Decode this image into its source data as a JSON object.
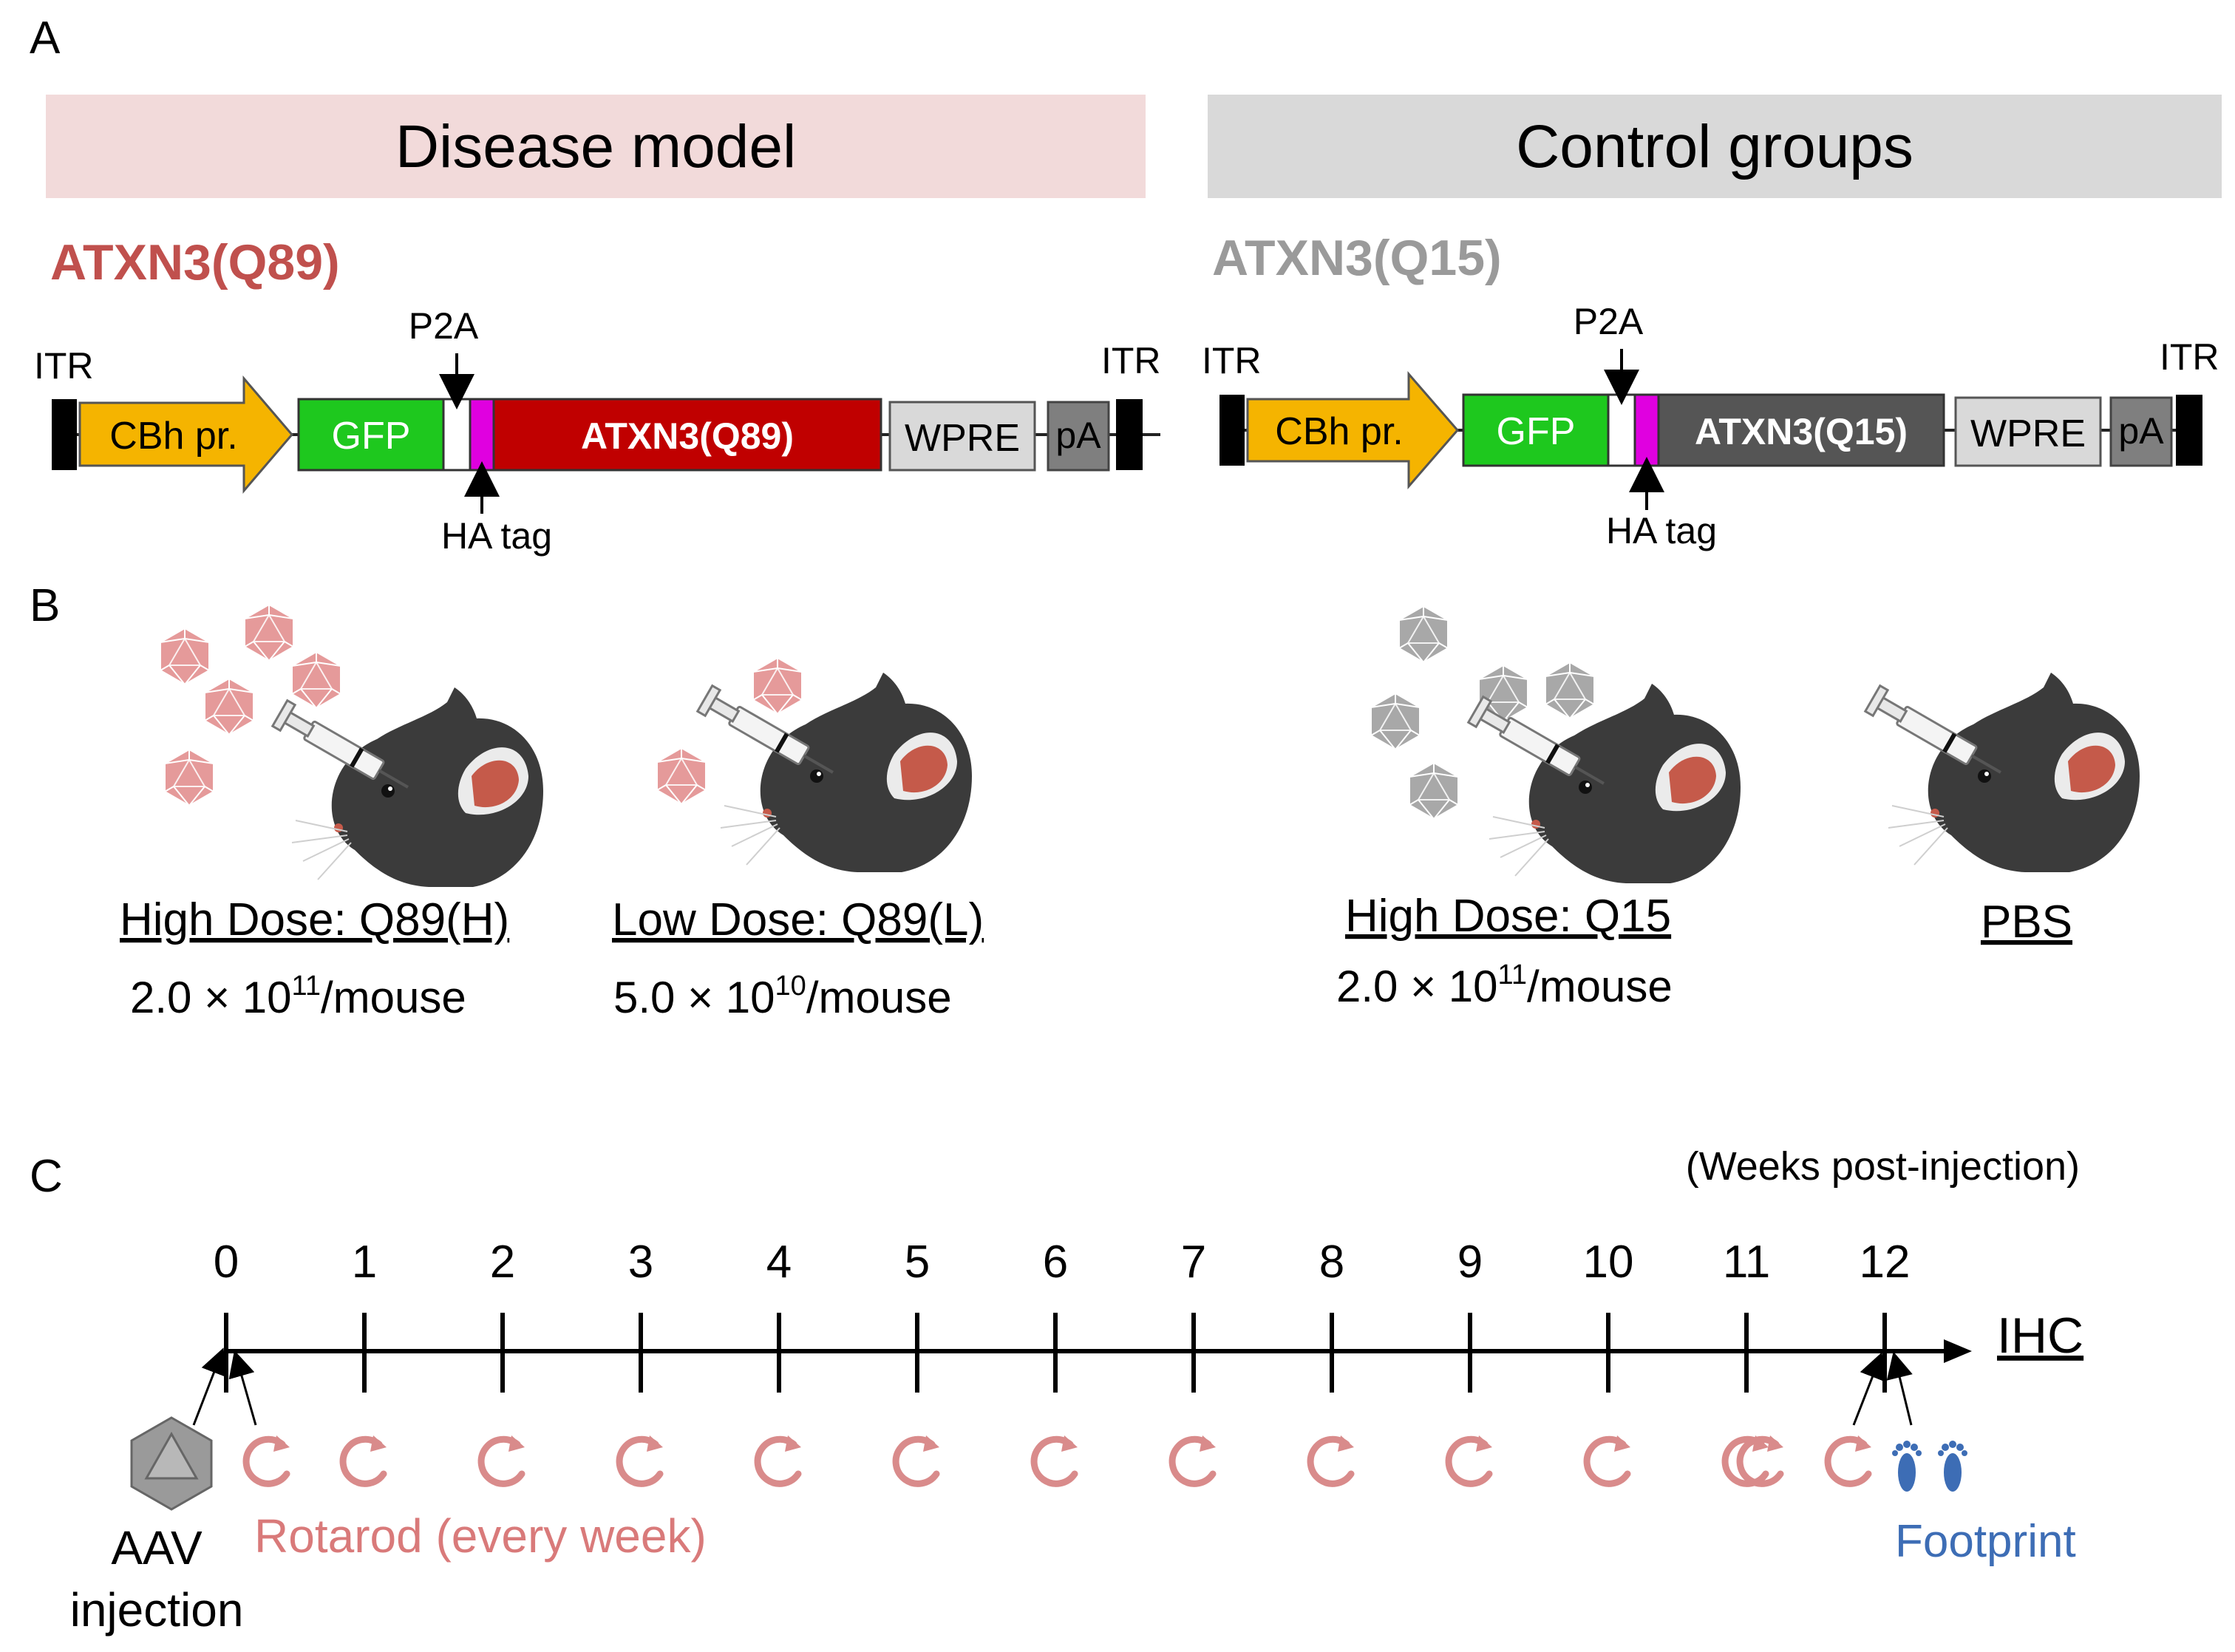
{
  "panel_a": {
    "label": "A",
    "disease": {
      "header": "Disease model",
      "construct_title": "ATXN3(Q89)",
      "itr_left": "ITR",
      "itr_right": "ITR",
      "promoter": "CBh pr.",
      "gfp": "GFP",
      "p2a": "P2A",
      "ha_tag": "HA tag",
      "insert": "ATXN3(Q89)",
      "wpre": "WPRE",
      "pa": "pA"
    },
    "control": {
      "header": "Control groups",
      "construct_title": "ATXN3(Q15)",
      "itr_left": "ITR",
      "itr_right": "ITR",
      "promoter": "CBh pr.",
      "gfp": "GFP",
      "p2a": "P2A",
      "ha_tag": "HA tag",
      "insert": "ATXN3(Q15)",
      "wpre": "WPRE",
      "pa": "pA"
    }
  },
  "panel_b": {
    "label": "B",
    "groups": [
      {
        "title": "High Dose: Q89(H)",
        "dose_prefix": "2.0 × 10",
        "dose_exp": "11",
        "dose_suffix": "/mouse",
        "virus_color": "#e59a9a"
      },
      {
        "title": "Low Dose: Q89(L)",
        "dose_prefix": "5.0 × 10",
        "dose_exp": "10",
        "dose_suffix": "/mouse",
        "virus_color": "#e59a9a"
      },
      {
        "title": "High Dose: Q15",
        "dose_prefix": "2.0 × 10",
        "dose_exp": "11",
        "dose_suffix": "/mouse",
        "virus_color": "#a8a8a8"
      },
      {
        "title": "PBS"
      }
    ]
  },
  "panel_c": {
    "label": "C",
    "units": "(Weeks post-injection)",
    "weeks": [
      "0",
      "1",
      "2",
      "3",
      "4",
      "5",
      "6",
      "7",
      "8",
      "9",
      "10",
      "11",
      "12"
    ],
    "end_label": "IHC",
    "aav_label_1": "AAV",
    "aav_label_2": "injection",
    "rotarod_label": "Rotarod (every week)",
    "footprint_label": "Footprint"
  },
  "colors": {
    "disease_header_bg": "#f2dada",
    "control_header_bg": "#d9d9d9",
    "q89_title": "#c0504d",
    "q15_title": "#9a9a9a",
    "promoter": "#f5b400",
    "gfp": "#1ec81e",
    "ha": "#e000e0",
    "q89_insert": "#c00000",
    "q15_insert": "#555555",
    "wpre": "#d9d9d9",
    "pa": "#7f7f7f",
    "rotarod": "#d98b8b",
    "footprint": "#3d6db5"
  }
}
